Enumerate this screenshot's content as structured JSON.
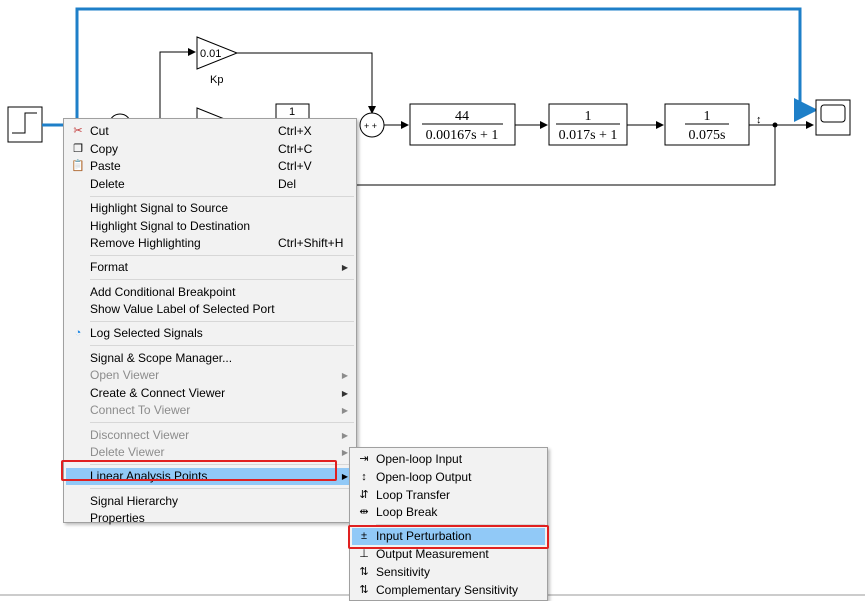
{
  "diagram": {
    "gain_kp_value": "0.01",
    "gain_kp_label": "Kp",
    "block_one": "1",
    "tf1": {
      "num": "44",
      "den": "0.00167s + 1"
    },
    "tf2": {
      "num": "1",
      "den": "0.017s + 1"
    },
    "tf3": {
      "num": "1",
      "den": "0.075s"
    },
    "selected_signal_color": "#1e7fc8"
  },
  "context_menu": {
    "items": [
      {
        "label": "Cut",
        "shortcut": "Ctrl+X",
        "icon": "scissors-icon"
      },
      {
        "label": "Copy",
        "shortcut": "Ctrl+C",
        "icon": "copy-icon"
      },
      {
        "label": "Paste",
        "shortcut": "Ctrl+V",
        "icon": "paste-icon"
      },
      {
        "label": "Delete",
        "shortcut": "Del"
      },
      {
        "sep": true
      },
      {
        "label": "Highlight Signal to Source"
      },
      {
        "label": "Highlight Signal to Destination"
      },
      {
        "label": "Remove Highlighting",
        "shortcut": "Ctrl+Shift+H"
      },
      {
        "sep": true
      },
      {
        "label": "Format",
        "submenu": true
      },
      {
        "sep": true
      },
      {
        "label": "Add Conditional Breakpoint"
      },
      {
        "label": "Show Value Label of Selected Port"
      },
      {
        "sep": true
      },
      {
        "label": "Log Selected Signals",
        "icon": "wifi-log-icon"
      },
      {
        "sep": true
      },
      {
        "label": "Signal & Scope Manager..."
      },
      {
        "label": "Open Viewer",
        "submenu": true,
        "disabled": true
      },
      {
        "label": "Create & Connect Viewer",
        "submenu": true
      },
      {
        "label": "Connect To Viewer",
        "submenu": true,
        "disabled": true
      },
      {
        "sep": true
      },
      {
        "label": "Disconnect Viewer",
        "submenu": true,
        "disabled": true
      },
      {
        "label": "Delete Viewer",
        "submenu": true,
        "disabled": true
      },
      {
        "sep": true
      },
      {
        "label": "Linear Analysis Points",
        "submenu": true,
        "highlighted": true
      },
      {
        "sep": true
      },
      {
        "label": "Signal Hierarchy"
      },
      {
        "label": "Properties"
      }
    ]
  },
  "submenu": {
    "items": [
      {
        "label": "Open-loop Input",
        "icon": "open-loop-input-icon"
      },
      {
        "label": "Open-loop Output",
        "icon": "open-loop-output-icon"
      },
      {
        "label": "Loop Transfer",
        "icon": "loop-transfer-icon"
      },
      {
        "label": "Loop Break",
        "icon": "loop-break-icon"
      },
      {
        "sep": true
      },
      {
        "label": "Input Perturbation",
        "icon": "input-perturbation-icon",
        "highlighted": true
      },
      {
        "label": "Output Measurement",
        "icon": "output-measurement-icon"
      },
      {
        "label": "Sensitivity",
        "icon": "sensitivity-icon"
      },
      {
        "label": "Complementary Sensitivity",
        "icon": "complementary-sensitivity-icon"
      }
    ]
  },
  "icon_glyphs": {
    "scissors-icon": "✂",
    "copy-icon": "❐",
    "paste-icon": "📋",
    "wifi-log-icon": "◔",
    "open-loop-input-icon": "⇥",
    "open-loop-output-icon": "↕",
    "loop-transfer-icon": "⇵",
    "loop-break-icon": "⇹",
    "input-perturbation-icon": "±",
    "output-measurement-icon": "⊥",
    "sensitivity-icon": "⇅",
    "complementary-sensitivity-icon": "⇅"
  }
}
